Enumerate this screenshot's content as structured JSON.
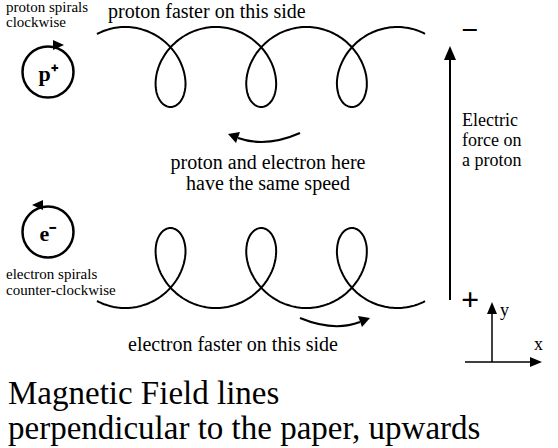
{
  "diagram": {
    "caption": "Magnetic Field lines perpendicular to the paper, upwards",
    "nodes": [
      {
        "text": [
          "p⁺"
        ]
      },
      {
        "text": [
          "e⁻"
        ]
      }
    ],
    "labels": [
      "proton spirals clockwise",
      "proton faster on this side",
      "proton and electron here have the same speed",
      "−",
      "Electric force on a proton",
      "+",
      "electron spirals counter-clockwise",
      "electron faster on this side",
      "y",
      "x"
    ]
  }
}
